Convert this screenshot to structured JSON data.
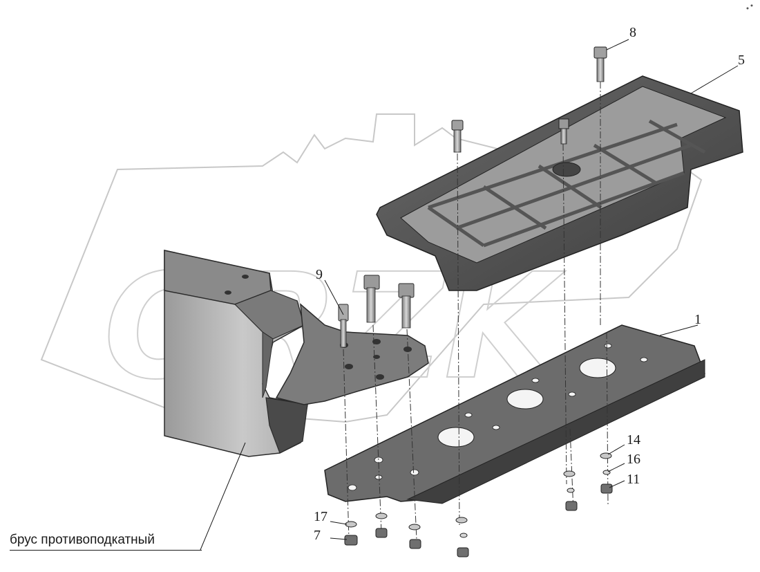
{
  "callouts": {
    "c8": "8",
    "c5": "5",
    "c9": "9",
    "c1": "1",
    "c14": "14",
    "c16": "16",
    "c11": "11",
    "c17": "17",
    "c7": "7"
  },
  "caption": "брус противоподкатный",
  "colors": {
    "part_fill": "#8c8c8c",
    "part_light": "#bdbdbd",
    "part_dark": "#4f4f4f",
    "watermark": "#c8c8c8",
    "line": "#1a1a1a"
  }
}
